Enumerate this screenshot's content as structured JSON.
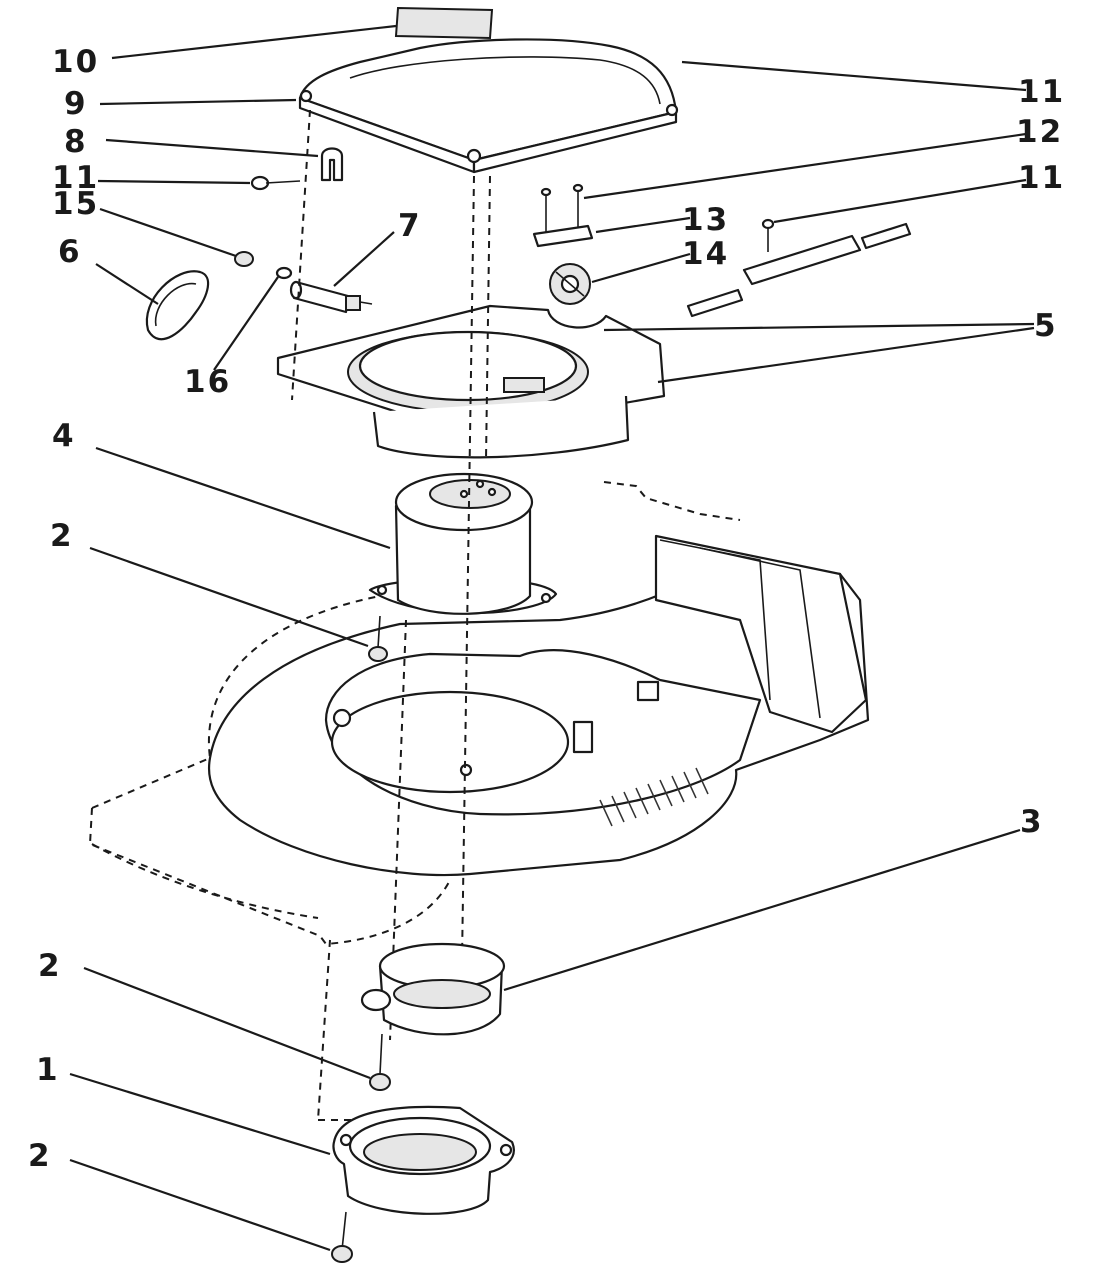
{
  "diagram": {
    "callouts": [
      {
        "id": "c10",
        "label": "10"
      },
      {
        "id": "c9",
        "label": "9"
      },
      {
        "id": "c8",
        "label": "8"
      },
      {
        "id": "c11a",
        "label": "11"
      },
      {
        "id": "c15",
        "label": "15"
      },
      {
        "id": "c6",
        "label": "6"
      },
      {
        "id": "c7",
        "label": "7"
      },
      {
        "id": "c16",
        "label": "16"
      },
      {
        "id": "c11b",
        "label": "11"
      },
      {
        "id": "c12",
        "label": "12"
      },
      {
        "id": "c11c",
        "label": "11"
      },
      {
        "id": "c13",
        "label": "13"
      },
      {
        "id": "c14",
        "label": "14"
      },
      {
        "id": "c5",
        "label": "5"
      },
      {
        "id": "c4",
        "label": "4"
      },
      {
        "id": "c2a",
        "label": "2"
      },
      {
        "id": "c3",
        "label": "3"
      },
      {
        "id": "c2b",
        "label": "2"
      },
      {
        "id": "c1",
        "label": "1"
      },
      {
        "id": "c2c",
        "label": "2"
      }
    ]
  }
}
